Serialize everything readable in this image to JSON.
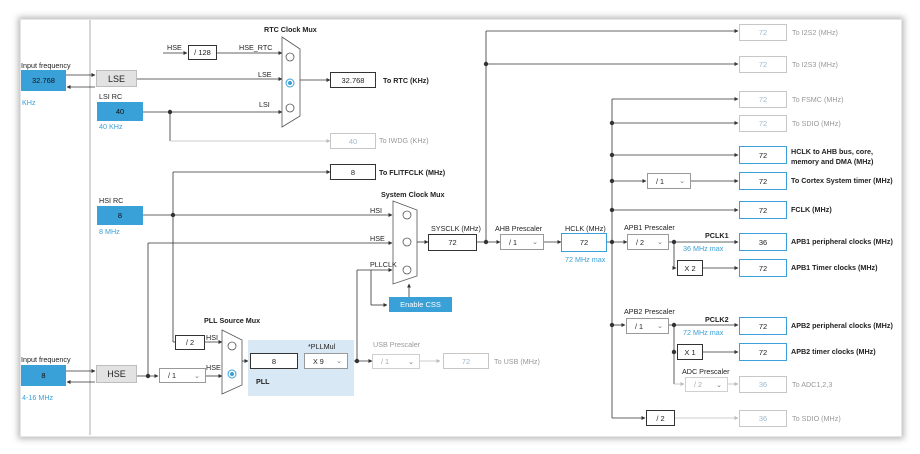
{
  "diagram": {
    "titles": {
      "rtc_mux": "RTC Clock Mux",
      "sys_mux": "System Clock Mux",
      "pll_mux": "PLL Source Mux",
      "ahb_prescaler": "AHB Prescaler",
      "apb1_prescaler": "APB1 Prescaler",
      "apb2_prescaler": "APB2 Prescaler",
      "usb_prescaler": "USB Prescaler",
      "adc_prescaler": "ADC Prescaler",
      "pllmul": "*PLLMul",
      "pll": "PLL",
      "sysclk": "SYSCLK (MHz)",
      "hclk": "HCLK (MHz)",
      "pclk1": "PCLK1",
      "pclk2": "PCLK2"
    },
    "inputs": {
      "lse_freq_label": "Input frequency",
      "lse_freq": "32.768",
      "lse_unit": "KHz",
      "lse": "LSE",
      "lsi_rc": "LSI RC",
      "lsi_value": "40",
      "lsi_unit": "40 KHz",
      "hsi_rc": "HSI RC",
      "hsi_value": "8",
      "hsi_unit": "8 MHz",
      "hse_freq_label": "Input frequency",
      "hse_freq": "8",
      "hse_range": "4-16 MHz",
      "hse": "HSE"
    },
    "signals": {
      "hse": "HSE",
      "hse_rtc": "HSE_RTC",
      "lse": "LSE",
      "lsi": "LSI",
      "hsi": "HSI",
      "pllclk": "PLLCLK"
    },
    "values": {
      "div128": "/ 128",
      "rtc": "32.768",
      "iwdg": "40",
      "flitf": "8",
      "sysclk": "72",
      "ahb_div": "/ 1",
      "hclk": "72",
      "hclk_max": "72 MHz max",
      "apb1_div": "/ 2",
      "apb1_max": "36 MHz max",
      "apb1_periph": "36",
      "apb1_x": "X 2",
      "apb1_timer": "72",
      "apb2_div": "/ 1",
      "apb2_max": "72 MHz max",
      "apb2_periph": "72",
      "apb2_x": "X 1",
      "apb2_timer": "72",
      "adc_div": "/ 2",
      "adc": "36",
      "sdio_div": "/ 2",
      "sdio2": "36",
      "i2s2": "72",
      "i2s3": "72",
      "fsmc": "72",
      "sdio": "72",
      "hclk_core": "72",
      "cortex_div": "/ 1",
      "cortex": "72",
      "fclk": "72",
      "hsi_div2": "/ 2",
      "hse_prediv": "/ 1",
      "pll_in": "8",
      "pllmul": "X 9",
      "usb_div": "/ 1",
      "usb": "72"
    },
    "outputs": {
      "rtc": "To RTC (KHz)",
      "iwdg": "To IWDG (KHz)",
      "flitf": "To FLITFCLK (MHz)",
      "i2s2": "To I2S2 (MHz)",
      "i2s3": "To I2S3 (MHz)",
      "fsmc": "To FSMC (MHz)",
      "sdio": "To SDIO (MHz)",
      "hclk_core_1": "HCLK to AHB bus, core,",
      "hclk_core_2": "memory and DMA (MHz)",
      "cortex": "To Cortex System timer (MHz)",
      "fclk": "FCLK (MHz)",
      "apb1_periph": "APB1 peripheral clocks (MHz)",
      "apb1_timer": "APB1 Timer clocks (MHz)",
      "apb2_periph": "APB2 peripheral clocks (MHz)",
      "apb2_timer": "APB2 timer clocks (MHz)",
      "adc": "To ADC1,2,3",
      "sdio2": "To SDIO (MHz)",
      "usb": "To USB (MHz)"
    },
    "enable_css": "Enable CSS",
    "colors": {
      "accent": "#3aa0d8",
      "panel": "#d9e8f5",
      "line": "#333333",
      "disabled_line": "#bbbbbb"
    }
  }
}
